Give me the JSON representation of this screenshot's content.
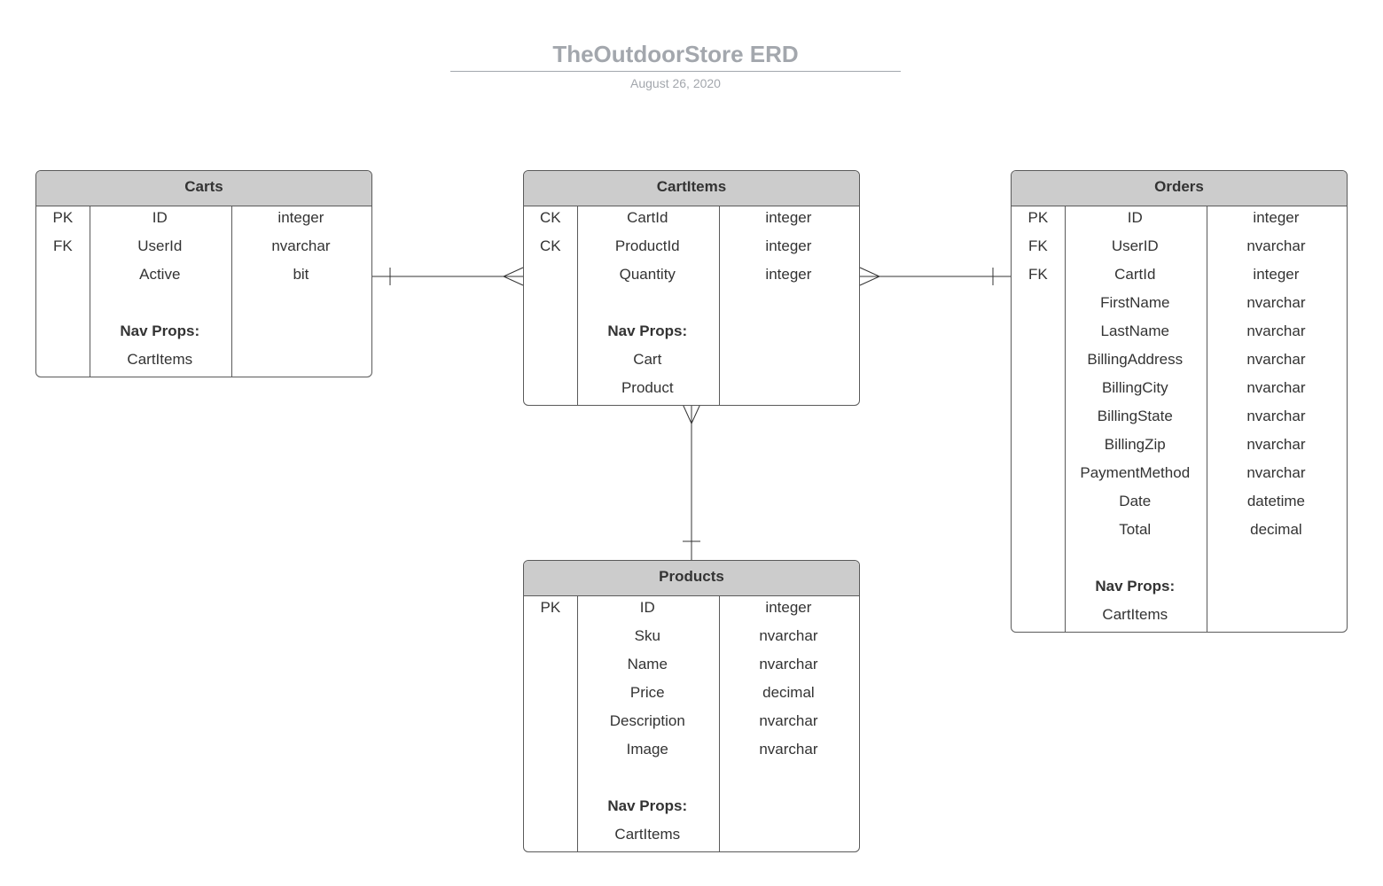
{
  "title": "TheOutdoorStore ERD",
  "date": "August 26, 2020",
  "colors": {
    "header_bg": "#cccccc",
    "border": "#5a5a5a",
    "title": "#a3a7ad"
  },
  "entities": {
    "carts": {
      "name": "Carts",
      "fields": [
        {
          "key": "PK",
          "name": "ID",
          "type": "integer"
        },
        {
          "key": "FK",
          "name": "UserId",
          "type": "nvarchar"
        },
        {
          "key": "",
          "name": "Active",
          "type": "bit"
        }
      ],
      "nav_label": "Nav Props:",
      "nav_props": [
        "CartItems"
      ]
    },
    "cartitems": {
      "name": "CartItems",
      "fields": [
        {
          "key": "CK",
          "name": "CartId",
          "type": "integer"
        },
        {
          "key": "CK",
          "name": "ProductId",
          "type": "integer"
        },
        {
          "key": "",
          "name": "Quantity",
          "type": "integer"
        }
      ],
      "nav_label": "Nav Props:",
      "nav_props": [
        "Cart",
        "Product"
      ]
    },
    "orders": {
      "name": "Orders",
      "fields": [
        {
          "key": "PK",
          "name": "ID",
          "type": "integer"
        },
        {
          "key": "FK",
          "name": "UserID",
          "type": "nvarchar"
        },
        {
          "key": "FK",
          "name": "CartId",
          "type": "integer"
        },
        {
          "key": "",
          "name": "FirstName",
          "type": "nvarchar"
        },
        {
          "key": "",
          "name": "LastName",
          "type": "nvarchar"
        },
        {
          "key": "",
          "name": "BillingAddress",
          "type": "nvarchar"
        },
        {
          "key": "",
          "name": "BillingCity",
          "type": "nvarchar"
        },
        {
          "key": "",
          "name": "BillingState",
          "type": "nvarchar"
        },
        {
          "key": "",
          "name": "BillingZip",
          "type": "nvarchar"
        },
        {
          "key": "",
          "name": "PaymentMethod",
          "type": "nvarchar"
        },
        {
          "key": "",
          "name": "Date",
          "type": "datetime"
        },
        {
          "key": "",
          "name": "Total",
          "type": "decimal"
        }
      ],
      "nav_label": "Nav Props:",
      "nav_props": [
        "CartItems"
      ]
    },
    "products": {
      "name": "Products",
      "fields": [
        {
          "key": "PK",
          "name": "ID",
          "type": "integer"
        },
        {
          "key": "",
          "name": "Sku",
          "type": "nvarchar"
        },
        {
          "key": "",
          "name": "Name",
          "type": "nvarchar"
        },
        {
          "key": "",
          "name": "Price",
          "type": "decimal"
        },
        {
          "key": "",
          "name": "Description",
          "type": "nvarchar"
        },
        {
          "key": "",
          "name": "Image",
          "type": "nvarchar"
        }
      ],
      "nav_label": "Nav Props:",
      "nav_props": [
        "CartItems"
      ]
    }
  }
}
